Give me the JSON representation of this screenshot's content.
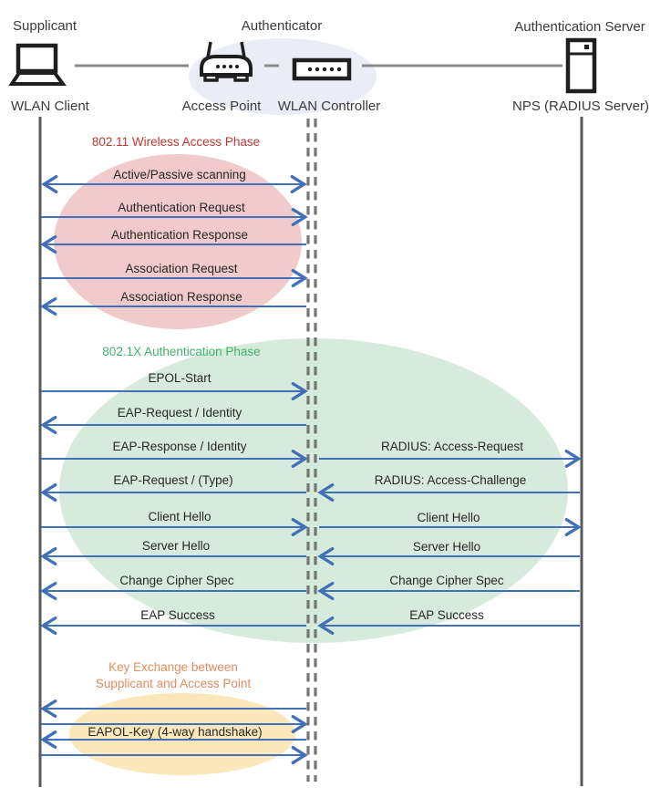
{
  "header": {
    "roles": {
      "supplicant": "Supplicant",
      "authenticator": "Authenticator",
      "auth_server": "Authentication Server"
    },
    "devices": {
      "wlan_client": "WLAN Client",
      "access_point": "Access Point",
      "wlan_controller": "WLAN Controller",
      "nps": "NPS (RADIUS Server)"
    }
  },
  "phase1": {
    "title": "802.11 Wireless Access Phase",
    "title_color": "#BC3935",
    "ellipse_color": "#F1CBCB",
    "messages": [
      {
        "label": "Active/Passive scanning",
        "direction": "both"
      },
      {
        "label": "Authentication Request",
        "direction": "right"
      },
      {
        "label": "Authentication Response",
        "direction": "left"
      },
      {
        "label": "Association Request",
        "direction": "right"
      },
      {
        "label": "Association Response",
        "direction": "left"
      }
    ]
  },
  "phase2": {
    "title": "802.1X Authentication Phase",
    "title_color": "#41B06C",
    "ellipse_color": "#D7EBDD",
    "rows": [
      {
        "left": {
          "label": "EPOL-Start",
          "direction": "right"
        }
      },
      {
        "left": {
          "label": "EAP-Request / Identity",
          "direction": "left"
        }
      },
      {
        "left": {
          "label": "EAP-Response / Identity",
          "direction": "right"
        },
        "right": {
          "label": "RADIUS: Access-Request",
          "direction": "right"
        }
      },
      {
        "left": {
          "label": "EAP-Request / (Type)",
          "direction": "left"
        },
        "right": {
          "label": "RADIUS: Access-Challenge",
          "direction": "left"
        }
      },
      {
        "left": {
          "label": "Client Hello",
          "direction": "right"
        },
        "right": {
          "label": "Client Hello",
          "direction": "right"
        }
      },
      {
        "left": {
          "label": "Server Hello",
          "direction": "left"
        },
        "right": {
          "label": "Server Hello",
          "direction": "left"
        }
      },
      {
        "left": {
          "label": "Change Cipher Spec",
          "direction": "left"
        },
        "right": {
          "label": "Change Cipher Spec",
          "direction": "left"
        }
      },
      {
        "left": {
          "label": "EAP Success",
          "direction": "left"
        },
        "right": {
          "label": "EAP Success",
          "direction": "left"
        }
      }
    ]
  },
  "phase3": {
    "title_line1": "Key Exchange between",
    "title_line2": "Supplicant and Access Point",
    "title_color": "#E08D5F",
    "ellipse_color": "#FBE7BA",
    "key_label": "EAPOL-Key (4-way handshake)",
    "arrow_directions": [
      "left",
      "right",
      "left",
      "right"
    ]
  },
  "colors": {
    "arrow": "#4170B8",
    "lifeline": "#595959",
    "dashed_lifeline": "#767676",
    "authenticator_ellipse": "#EAEDF6"
  }
}
